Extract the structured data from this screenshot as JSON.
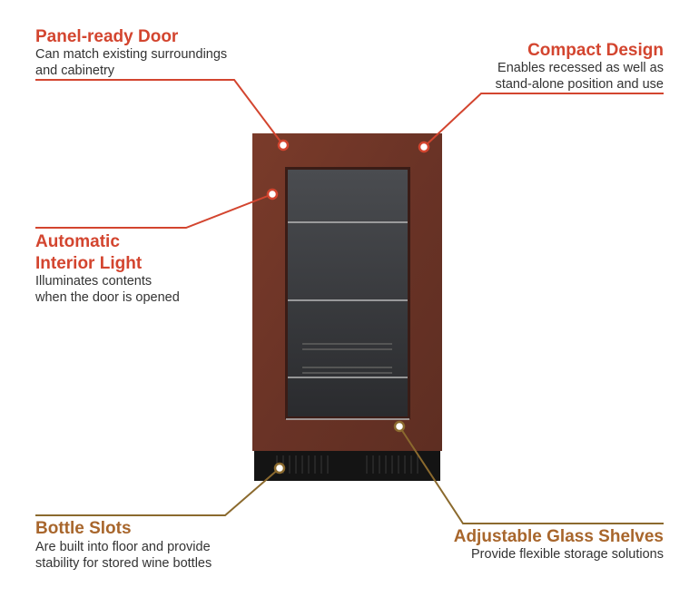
{
  "callouts": {
    "panel_door": {
      "title": "Panel-ready Door",
      "desc": [
        "Can match existing surroundings",
        "and cabinetry"
      ]
    },
    "compact": {
      "title": "Compact Design",
      "desc": [
        "Enables recessed as well as",
        "stand-alone position and use"
      ]
    },
    "light": {
      "title": [
        "Automatic",
        "Interior Light"
      ],
      "desc": [
        "Illuminates contents",
        "when the door is opened"
      ]
    },
    "bottle": {
      "title": "Bottle Slots",
      "desc": [
        "Are built into floor and provide",
        "stability for stored wine bottles"
      ]
    },
    "shelves": {
      "title": "Adjustable Glass Shelves",
      "desc": [
        "Provide flexible storage solutions"
      ]
    }
  },
  "colors": {
    "red": "#d3452f",
    "brown": "#a8662c",
    "line_brown": "#8b6a2e"
  }
}
